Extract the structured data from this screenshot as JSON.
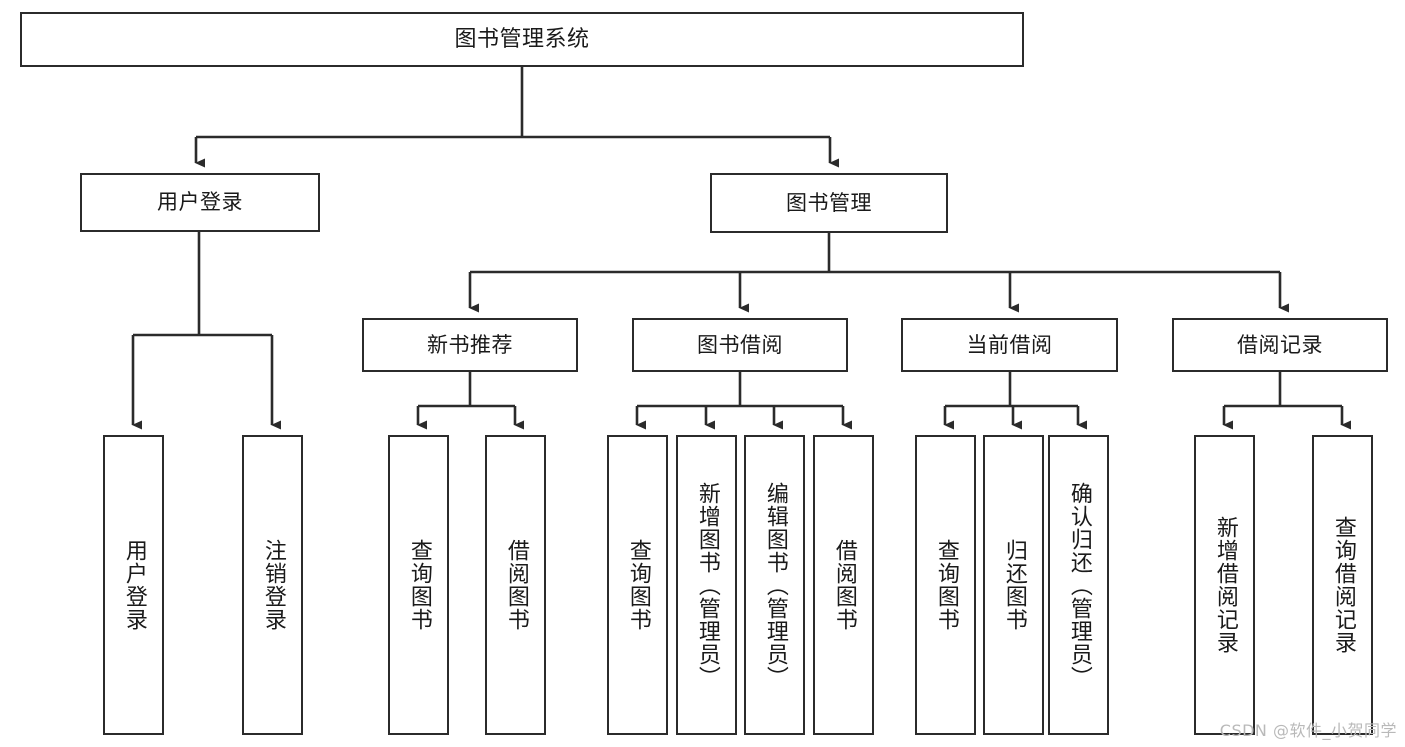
{
  "diagram": {
    "title": "图书管理系统",
    "type": "tree",
    "stroke_color": "#2b2b2b",
    "fill_color": "#ffffff",
    "text_color": "#1a1a1a"
  },
  "nodes": {
    "root": {
      "label": "图书管理系统"
    },
    "level2": [
      {
        "id": "user-login",
        "label": "用户登录"
      },
      {
        "id": "book-manage",
        "label": "图书管理"
      }
    ],
    "level3": [
      {
        "id": "new-book-recommend",
        "label": "新书推荐"
      },
      {
        "id": "book-borrow",
        "label": "图书借阅"
      },
      {
        "id": "current-borrow",
        "label": "当前借阅"
      },
      {
        "id": "borrow-record",
        "label": "借阅记录"
      }
    ],
    "leaves": {
      "user_login": [
        {
          "id": "leaf-user-login",
          "label": "用户登录"
        },
        {
          "id": "leaf-logout",
          "label": "注销登录"
        }
      ],
      "new_book_recommend": [
        {
          "id": "leaf-query-book-1",
          "label": "查询图书"
        },
        {
          "id": "leaf-borrow-book-1",
          "label": "借阅图书"
        }
      ],
      "book_borrow": [
        {
          "id": "leaf-query-book-2",
          "label": "查询图书"
        },
        {
          "id": "leaf-add-book",
          "label": "新增图书（管理员）"
        },
        {
          "id": "leaf-edit-book",
          "label": "编辑图书（管理员）"
        },
        {
          "id": "leaf-borrow-book-2",
          "label": "借阅图书"
        }
      ],
      "current_borrow": [
        {
          "id": "leaf-query-book-3",
          "label": "查询图书"
        },
        {
          "id": "leaf-return-book",
          "label": "归还图书"
        },
        {
          "id": "leaf-confirm-return",
          "label": "确认归还（管理员）"
        }
      ],
      "borrow_record": [
        {
          "id": "leaf-add-record",
          "label": "新增借阅记录"
        },
        {
          "id": "leaf-query-record",
          "label": "查询借阅记录"
        }
      ]
    }
  },
  "watermark": {
    "text": "CSDN @软件_小贺同学"
  }
}
